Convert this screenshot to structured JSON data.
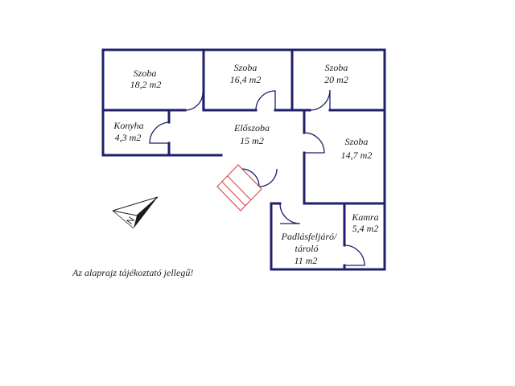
{
  "rooms": [
    {
      "name": "Szoba",
      "area": "18,2 m2"
    },
    {
      "name": "Szoba",
      "area": "16,4 m2"
    },
    {
      "name": "Szoba",
      "area": "20 m2"
    },
    {
      "name": "Konyha",
      "area": "4,3 m2"
    },
    {
      "name": "Előszoba",
      "area": "15 m2"
    },
    {
      "name": "Szoba",
      "area": "14,7 m2"
    },
    {
      "name": "Kamra",
      "area": "5,4 m2"
    },
    {
      "name": "Padlásfeljáró/",
      "name2": "tároló",
      "area": "11 m2"
    }
  ],
  "compass": {
    "label": "N"
  },
  "note": "Az alaprajz tájékoztató jellegű!",
  "colors": {
    "wall": "#1f1f6b",
    "window": "#9ec3e6",
    "stairs": "#d9534f"
  }
}
